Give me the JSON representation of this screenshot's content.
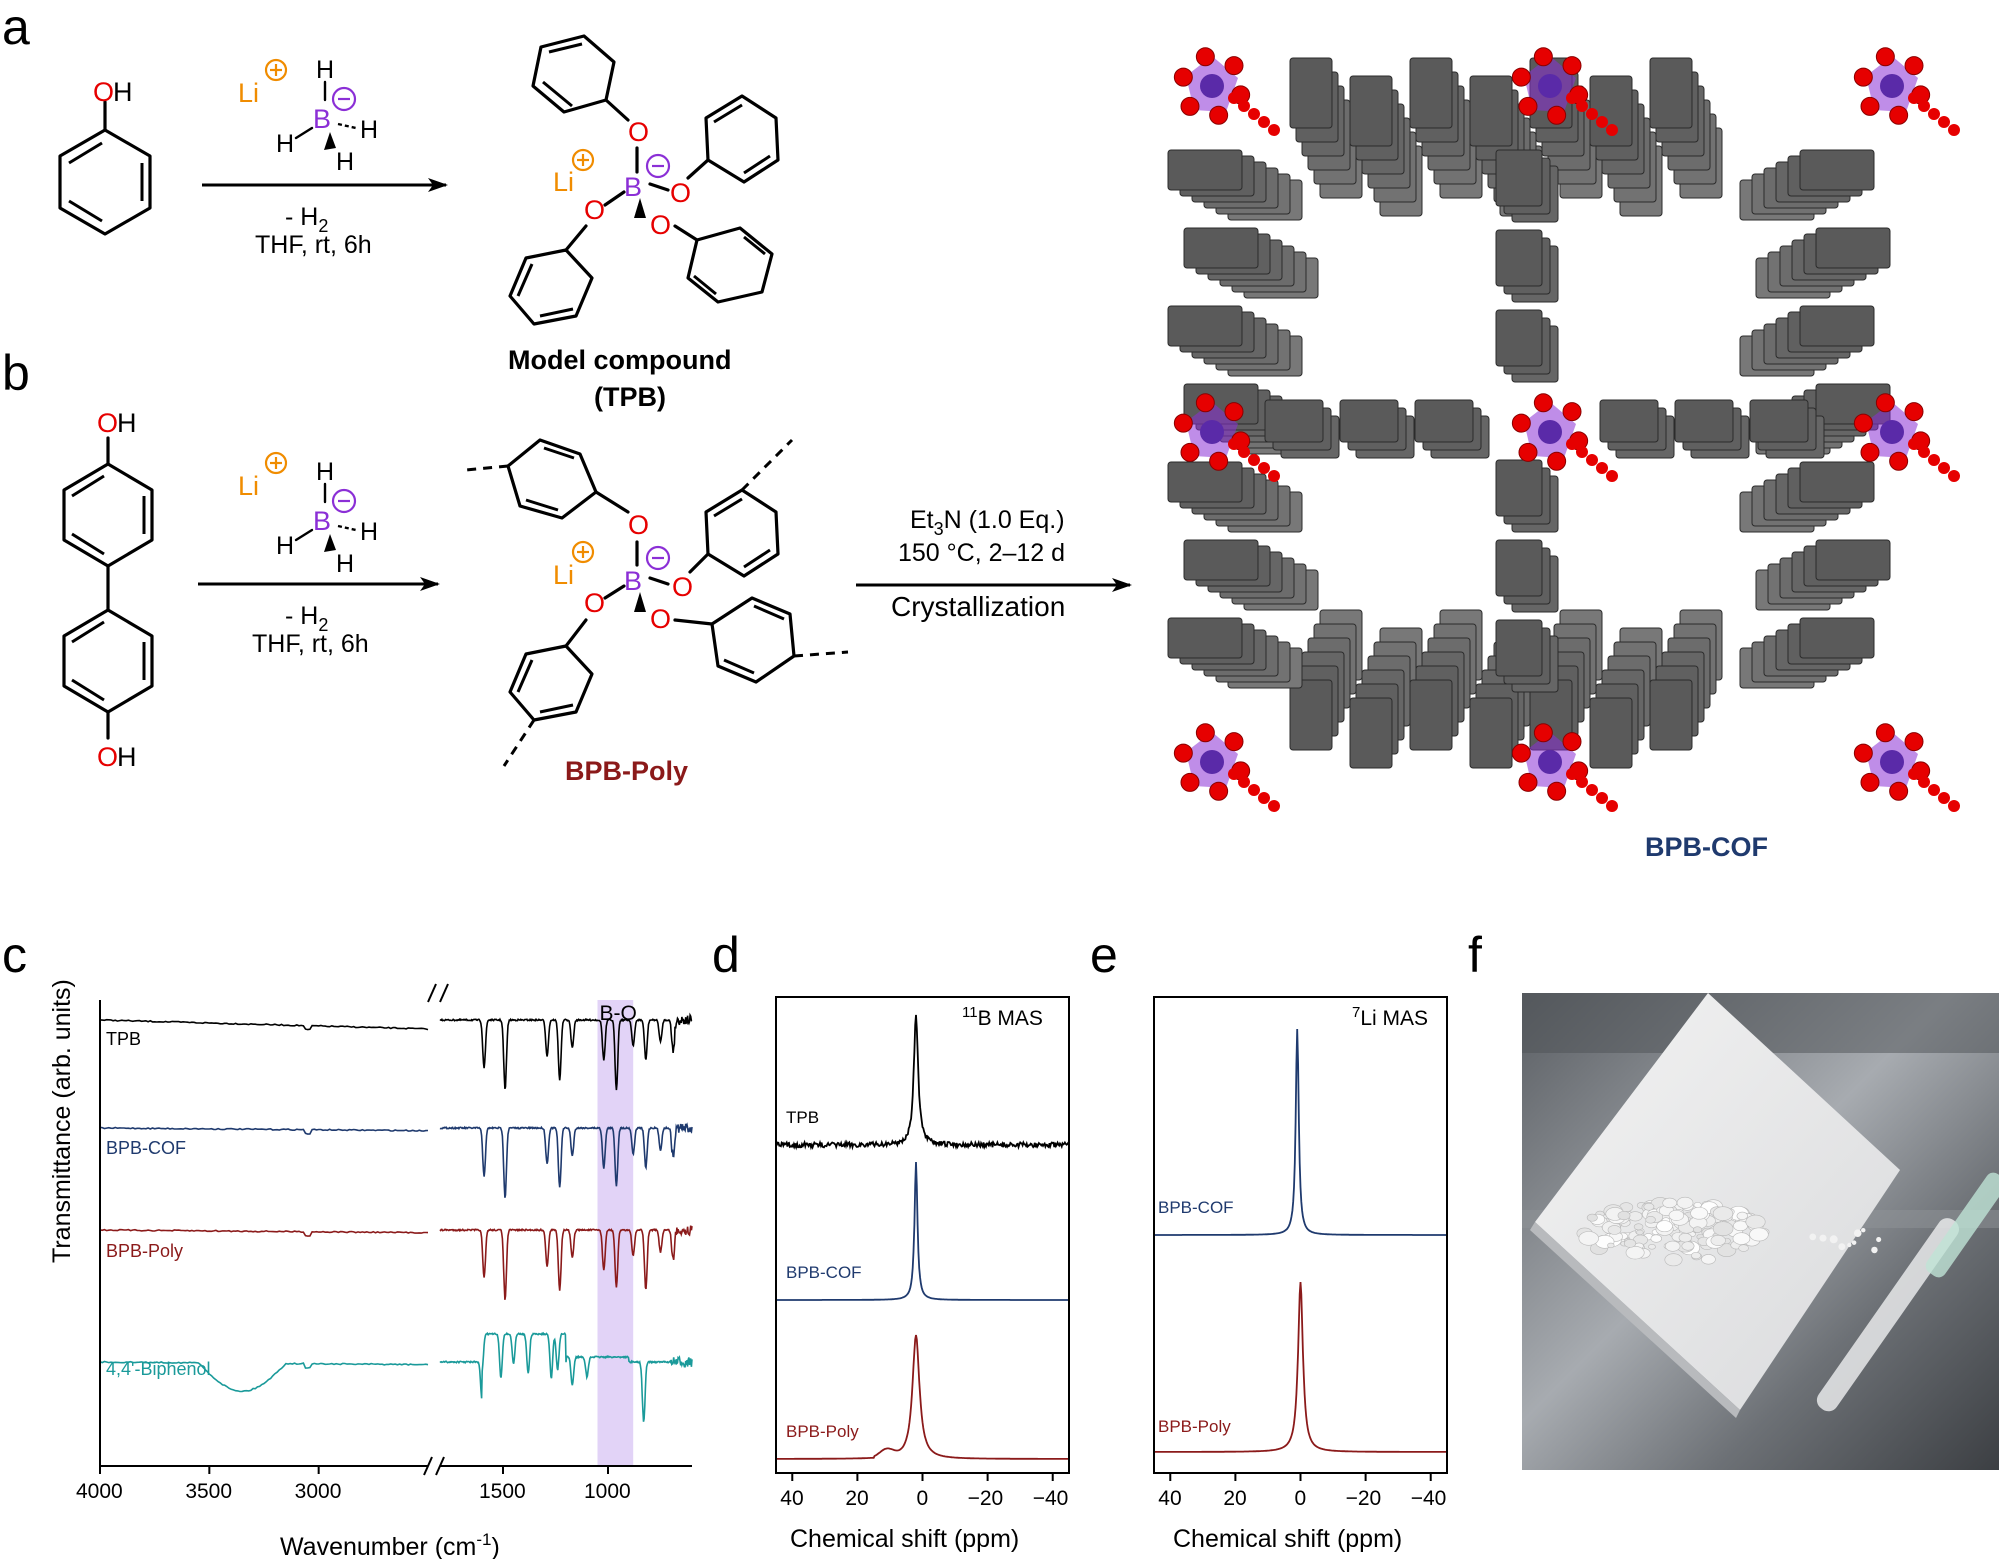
{
  "panels": {
    "a": "a",
    "b": "b",
    "c": "c",
    "d": "d",
    "e": "e",
    "f": "f"
  },
  "scheme": {
    "oh_top": "OH",
    "oh_bottom": "OH",
    "li": "Li",
    "h": "H",
    "b": "B",
    "o": "O",
    "minus_h2": "- H",
    "h2_sub": "2",
    "conditions_a": "THF, rt, 6h",
    "conditions_b": "THF, rt, 6h",
    "model_compound": "Model compound",
    "tpb_paren": "(TPB)",
    "bpb_poly": "BPB-Poly",
    "et3n": "Et",
    "et3n_sub": "3",
    "et3n_rest": "N (1.0 Eq.)",
    "temp_time": "150 °C, 2–12 d",
    "crystallization": "Crystallization",
    "bpb_cof": "BPB-COF"
  },
  "colors": {
    "oxygen": "#e60000",
    "boron": "#8b2fd6",
    "lithium": "#f08c00",
    "poly": "#8b1a1a",
    "cof": "#1f3a6e",
    "biphenol": "#1a9a9a",
    "highlight": "#e2d3f7"
  },
  "chart_data": [
    {
      "panel": "c",
      "type": "line",
      "xlabel": "Wavenumber (cm",
      "xlabel_sup": "-1",
      "xlabel_end": ")",
      "ylabel": "Transmittance (arb. units)",
      "xticks_left": [
        "4000",
        "3500",
        "3000"
      ],
      "xticks_right": [
        "1500",
        "1000"
      ],
      "xlim_left": [
        4000,
        2500
      ],
      "xlim_right": [
        1800,
        600
      ],
      "highlight_label": "B-O",
      "highlight_range": [
        1050,
        880
      ],
      "series": [
        {
          "name": "TPB",
          "color": "#000000"
        },
        {
          "name": "BPB-COF",
          "color": "#1f3a6e"
        },
        {
          "name": "BPB-Poly",
          "color": "#8b1a1a"
        },
        {
          "name": "4,4'-Biphenol",
          "color": "#1a9a9a"
        }
      ]
    },
    {
      "panel": "d",
      "type": "line",
      "annotation_sup": "11",
      "annotation": "B MAS",
      "xlabel": "Chemical shift (ppm)",
      "xticks": [
        "40",
        "20",
        "0",
        "−20",
        "−40"
      ],
      "xlim": [
        45,
        -45
      ],
      "series": [
        {
          "name": "TPB",
          "color": "#000000",
          "peak": 2
        },
        {
          "name": "BPB-COF",
          "color": "#1f3a6e",
          "peak": 2
        },
        {
          "name": "BPB-Poly",
          "color": "#8b1a1a",
          "peak": 2
        }
      ]
    },
    {
      "panel": "e",
      "type": "line",
      "annotation_sup": "7",
      "annotation": "Li MAS",
      "xlabel": "Chemical shift (ppm)",
      "xticks": [
        "40",
        "20",
        "0",
        "−20",
        "−40"
      ],
      "xlim": [
        45,
        -45
      ],
      "series": [
        {
          "name": "BPB-COF",
          "color": "#1f3a6e",
          "peak": 1
        },
        {
          "name": "BPB-Poly",
          "color": "#8b1a1a",
          "peak": 0
        }
      ]
    }
  ]
}
